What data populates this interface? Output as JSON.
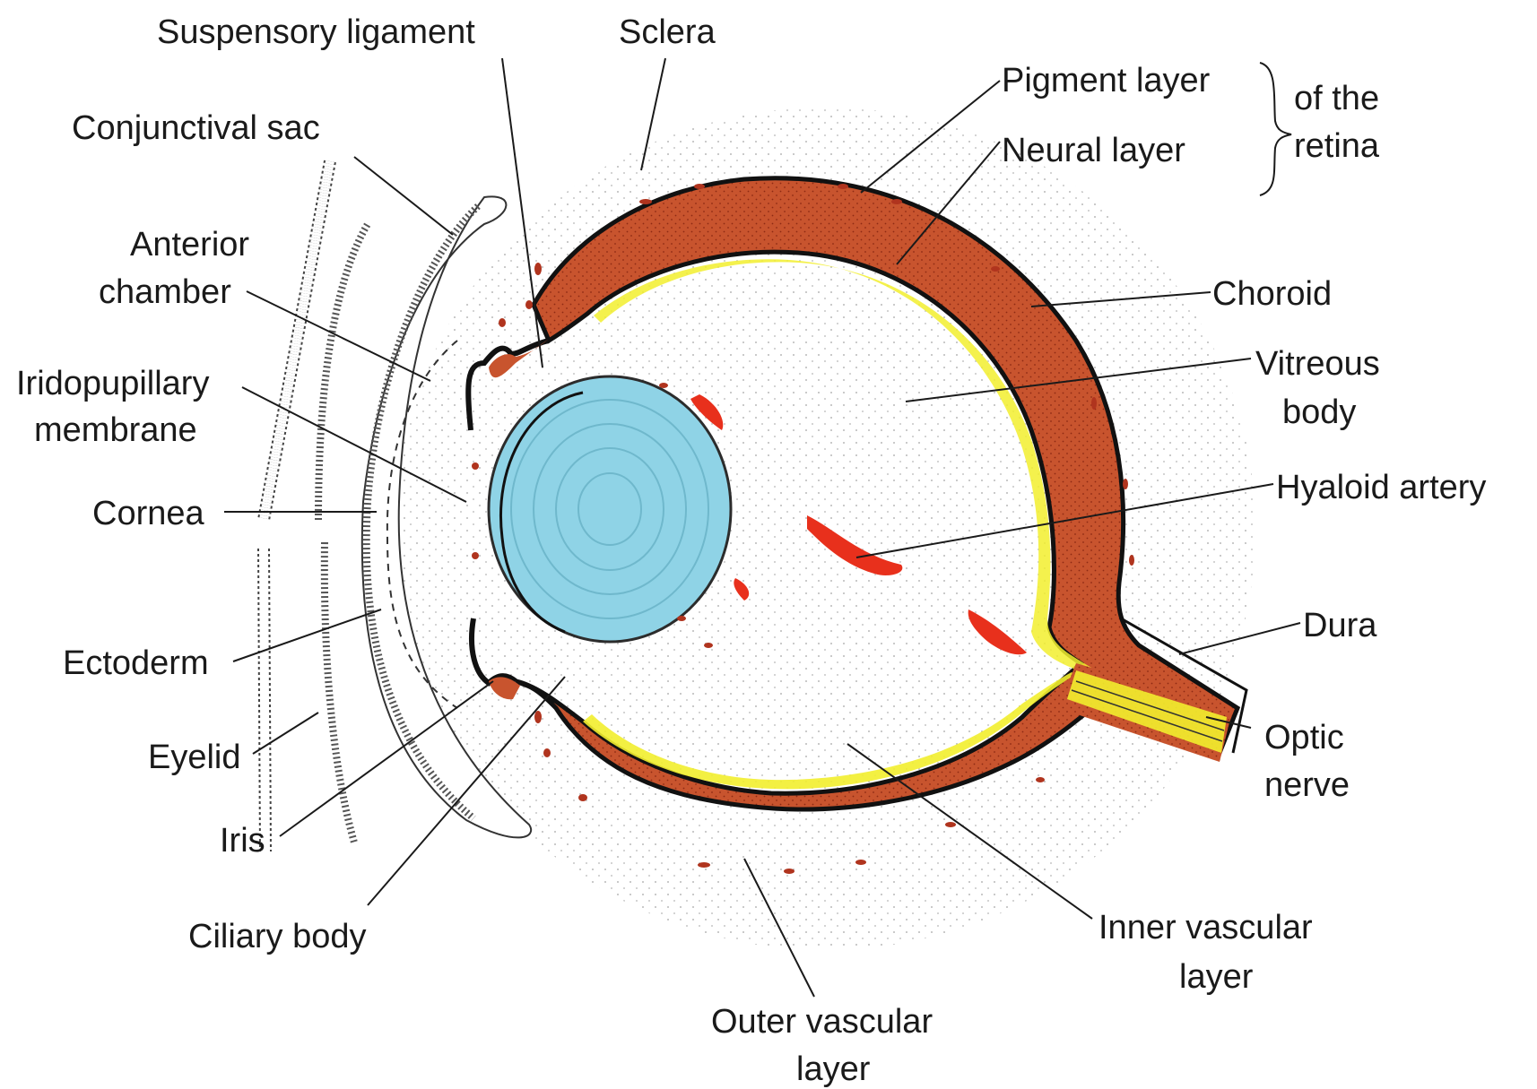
{
  "labels": {
    "suspensory_ligament": "Suspensory ligament",
    "sclera": "Sclera",
    "pigment_layer": "Pigment layer",
    "neural_layer": "Neural layer",
    "of_the": "of the",
    "retina": "retina",
    "conjunctival_sac": "Conjunctival sac",
    "anterior": "Anterior",
    "chamber": "chamber",
    "choroid": "Choroid",
    "iridopupillary": "Iridopupillary",
    "membrane": "membrane",
    "vitreous": "Vitreous",
    "body": "body",
    "hyaloid_artery": "Hyaloid artery",
    "cornea": "Cornea",
    "dura": "Dura",
    "ectoderm": "Ectoderm",
    "optic": "Optic",
    "nerve": "nerve",
    "eyelid": "Eyelid",
    "iris": "Iris",
    "ciliary_body": "Ciliary body",
    "inner_vascular": "Inner vascular",
    "outer_vascular": "Outer vascular",
    "layer": "layer"
  },
  "colors": {
    "retina": "#c8542e",
    "retina_dots": "#8e2a14",
    "inner_layer": "#f2ee2e",
    "lens": "#8fd3e6",
    "lens_rings": "#6fb8cc",
    "vessel": "#e8301c",
    "outline": "#111111"
  }
}
